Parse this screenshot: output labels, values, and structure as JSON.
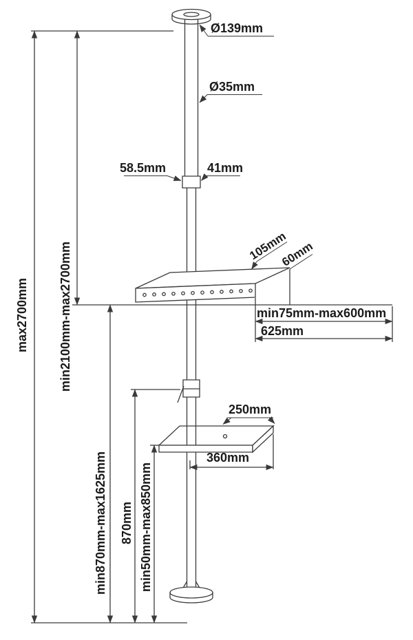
{
  "diagram": {
    "type": "technical-dimension-drawing",
    "subject": "floor-to-ceiling TV pole mount with AV shelf",
    "labels": {
      "top_plate_diameter": "Ø139mm",
      "pole_diameter": "Ø35mm",
      "coupling_width": "58.5mm",
      "coupling_inner": "41mm",
      "bracket_depth": "105mm",
      "bracket_offset": "60mm",
      "vesa_range": "min75mm-max600mm",
      "bracket_length": "625mm",
      "shelf_depth": "250mm",
      "shelf_width": "360mm",
      "total_height": "max2700mm",
      "pole_height_range": "min2100mm-max2700mm",
      "tv_height_range": "min870mm-max1625mm",
      "lower_pole_height": "870mm",
      "shelf_height_range": "min50mm-max850mm"
    },
    "colors": {
      "line": "#3a3a3a",
      "text": "#1a1a1a",
      "background": "#ffffff"
    }
  }
}
